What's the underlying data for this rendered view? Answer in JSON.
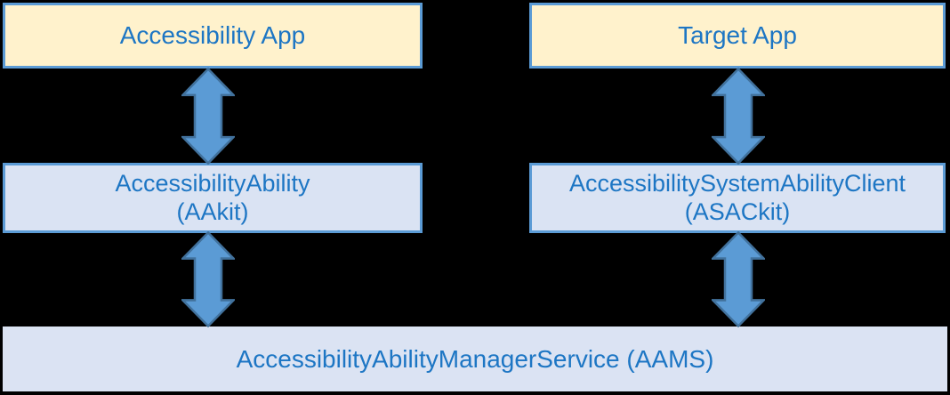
{
  "colors": {
    "app_box_fill": "#FFF2CC",
    "kit_box_fill": "#DAE3F3",
    "service_box_fill": "#DBE3F3",
    "box_border": "#5B9BD5",
    "arrow_fill": "#5B9BD5",
    "arrow_border": "#41719C",
    "text": "#1D76C4",
    "background": "#000000"
  },
  "nodes": {
    "accessibility_app": {
      "label": "Accessibility App"
    },
    "target_app": {
      "label": "Target App"
    },
    "aakit": {
      "line1": "AccessibilityAbility",
      "line2": "(AAkit)"
    },
    "asackit": {
      "line1": "AccessibilitySystemAbilityClient",
      "line2": "(ASACkit)"
    },
    "aams": {
      "label": "AccessibilityAbilityManagerService (AAMS)"
    }
  },
  "connections": [
    {
      "from": "Accessibility App",
      "to": "AccessibilityAbility (AAkit)",
      "type": "bidirectional"
    },
    {
      "from": "Target App",
      "to": "AccessibilitySystemAbilityClient (ASACkit)",
      "type": "bidirectional"
    },
    {
      "from": "AccessibilityAbility (AAkit)",
      "to": "AccessibilityAbilityManagerService (AAMS)",
      "type": "bidirectional"
    },
    {
      "from": "AccessibilitySystemAbilityClient (ASACkit)",
      "to": "AccessibilityAbilityManagerService (AAMS)",
      "type": "bidirectional"
    }
  ]
}
